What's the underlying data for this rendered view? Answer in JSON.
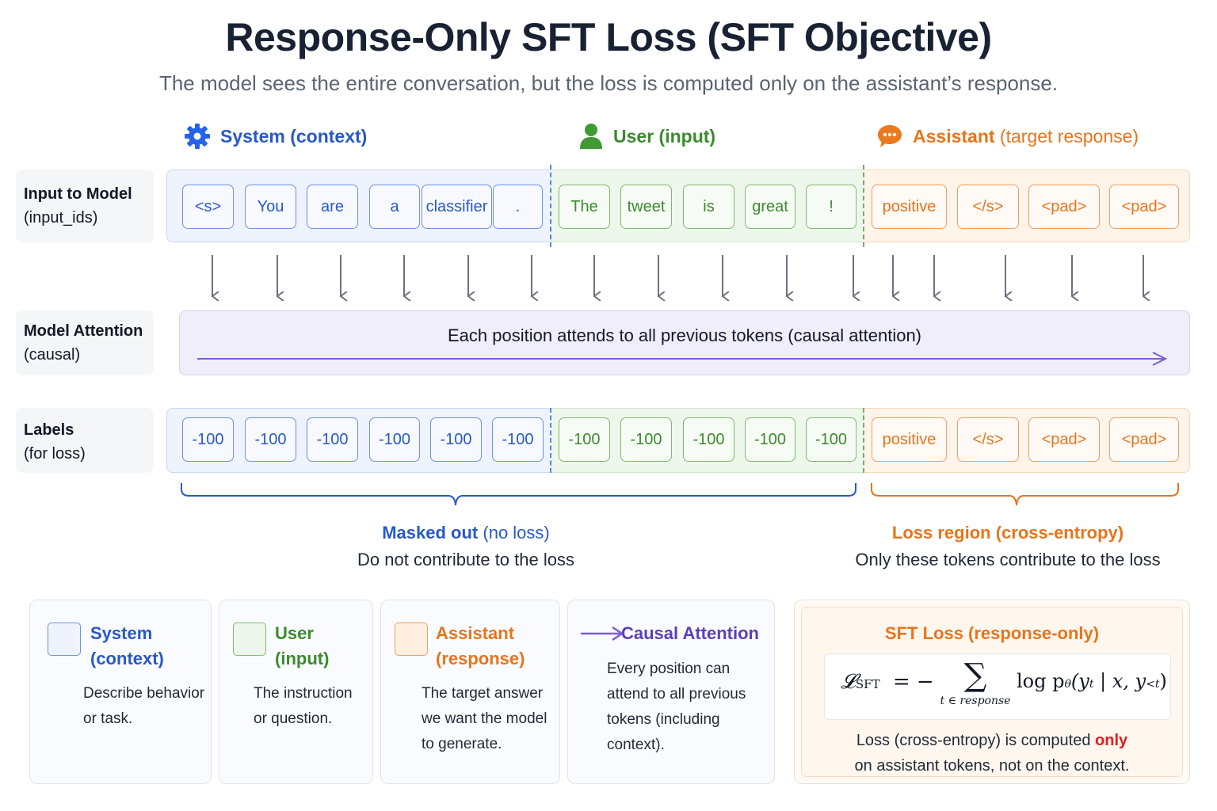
{
  "title": "Response-Only SFT Loss (SFT Objective)",
  "subtitle": "The model sees the entire conversation, but the loss is computed only on the assistant’s response.",
  "colors": {
    "system": "#2859c8",
    "user": "#3c8a2e",
    "assistant": "#e8741c",
    "attention": "#7b5cd6",
    "title": "#182233"
  },
  "segments": {
    "system": {
      "icon": "gear-icon",
      "bold": "System",
      "rest": " (context)"
    },
    "user": {
      "icon": "person-icon",
      "bold": "User",
      "rest": " (input)"
    },
    "assistant": {
      "icon": "chat-bubble-icon",
      "bold": "Assistant",
      "rest": " (target response)"
    }
  },
  "rows": {
    "input": {
      "bold": "Input to Model",
      "sub": "(input_ids)"
    },
    "attention": {
      "bold": "Model Attention",
      "sub": "(causal)"
    },
    "labels": {
      "bold": "Labels",
      "sub": "(for loss)"
    }
  },
  "input_tokens": [
    {
      "text": "<s>",
      "role": "sys"
    },
    {
      "text": "You",
      "role": "sys"
    },
    {
      "text": "are",
      "role": "sys"
    },
    {
      "text": "a",
      "role": "sys"
    },
    {
      "text": "classifier",
      "role": "sys"
    },
    {
      "text": ".",
      "role": "sys"
    },
    {
      "text": "The",
      "role": "usr"
    },
    {
      "text": "tweet",
      "role": "usr"
    },
    {
      "text": "is",
      "role": "usr"
    },
    {
      "text": "great",
      "role": "usr"
    },
    {
      "text": "!",
      "role": "usr"
    },
    {
      "text": "positive",
      "role": "ast"
    },
    {
      "text": "</s>",
      "role": "ast"
    },
    {
      "text": "<pad>",
      "role": "ast"
    },
    {
      "text": "<pad>",
      "role": "ast"
    }
  ],
  "label_tokens": [
    {
      "text": "-100",
      "role": "sys"
    },
    {
      "text": "-100",
      "role": "sys"
    },
    {
      "text": "-100",
      "role": "sys"
    },
    {
      "text": "-100",
      "role": "sys"
    },
    {
      "text": "-100",
      "role": "sys"
    },
    {
      "text": "-100",
      "role": "sys"
    },
    {
      "text": "-100",
      "role": "usr"
    },
    {
      "text": "-100",
      "role": "usr"
    },
    {
      "text": "-100",
      "role": "usr"
    },
    {
      "text": "-100",
      "role": "usr"
    },
    {
      "text": "-100",
      "role": "usr"
    },
    {
      "text": "positive",
      "role": "ast"
    },
    {
      "text": "</s>",
      "role": "ast"
    },
    {
      "text": "<pad>",
      "role": "ast"
    },
    {
      "text": "<pad>",
      "role": "ast"
    }
  ],
  "attention_text": "Each position attends to all previous tokens (causal attention)",
  "masked": {
    "bold": "Masked out",
    "rest": " (no loss)",
    "desc": "Do not contribute to the loss"
  },
  "loss_region": {
    "bold": "Loss region",
    "rest": " (cross-entropy)",
    "desc": "Only these tokens contribute to the loss"
  },
  "legend": {
    "system": {
      "line1": "System",
      "line2": "(context)",
      "body": [
        "Describe behavior",
        "or task."
      ]
    },
    "user": {
      "line1": "User",
      "line2": "(input)",
      "body": [
        "The instruction",
        "or question."
      ]
    },
    "assistant": {
      "line1": "Assistant",
      "line2": "(response)",
      "body": [
        "The target answer",
        "we want the model",
        "to generate."
      ]
    },
    "causal": {
      "title": "Causal Attention",
      "icon": "arrow-right-icon",
      "body": [
        "Every position can",
        "attend to all previous",
        "tokens (including",
        "context)."
      ]
    }
  },
  "sft": {
    "title": "SFT Loss (response-only)",
    "formula_lhs": "𝓛",
    "formula_lhs_sub": "SFT",
    "formula_eq": "= −",
    "formula_sum": "∑",
    "formula_sum_sub": "t ∈ response",
    "formula_rhs": "log p",
    "formula_theta": "θ",
    "formula_args": "(y",
    "formula_t": "t",
    "formula_mid": " | x, y",
    "formula_lt": "<t",
    "formula_close": ")",
    "desc_pre": "Loss (cross-entropy) is computed ",
    "desc_only": "only",
    "desc_post": "on assistant tokens, not on the context."
  }
}
